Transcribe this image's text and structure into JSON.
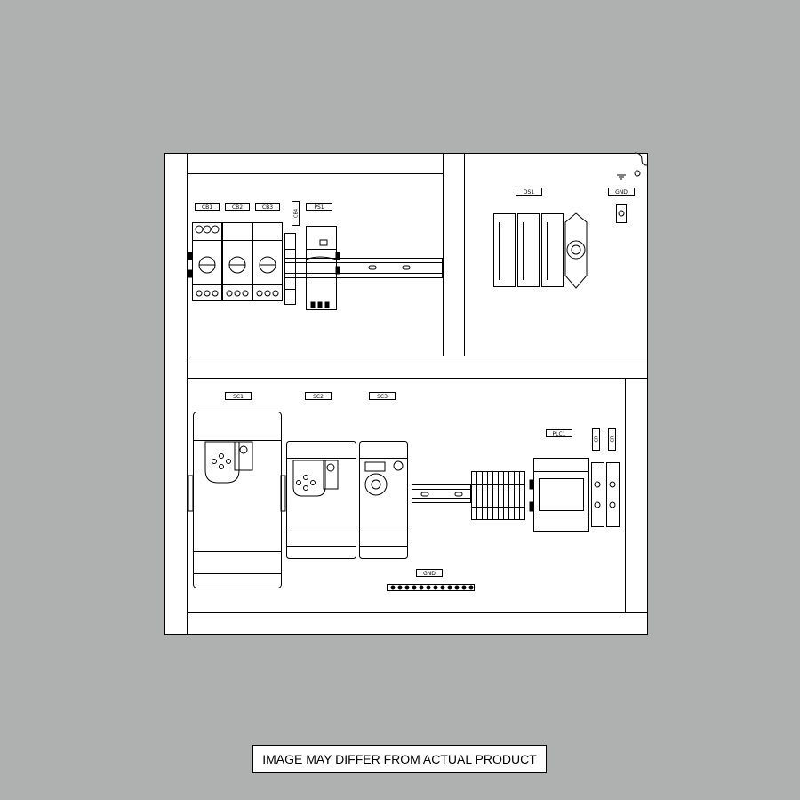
{
  "labels": {
    "cb1": "CB1",
    "cb2": "CB2",
    "cb3": "CB3",
    "cb4": "CB4",
    "ps1": "PS1",
    "ds1": "DS1",
    "gnd_top": "GND",
    "sc1": "SC1",
    "sc2": "SC2",
    "sc3": "SC3",
    "plc1": "PLC1",
    "cr1": "CR",
    "cr2": "CR",
    "gnd_bottom": "GND"
  },
  "disclaimer": "IMAGE MAY DIFFER FROM ACTUAL PRODUCT",
  "colors": {
    "background": "#afb1b0",
    "panel": "#ffffff",
    "line": "#000000"
  }
}
